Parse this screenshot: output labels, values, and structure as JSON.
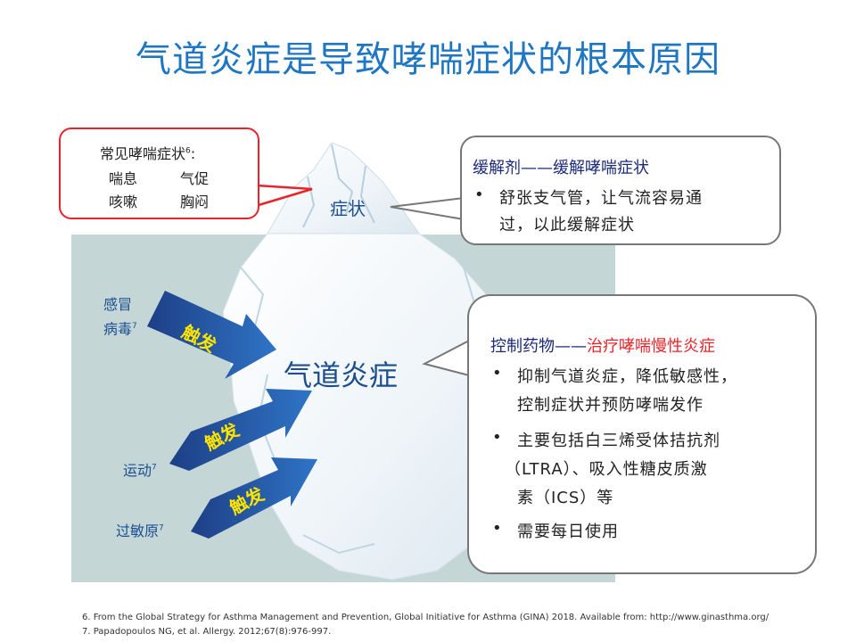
{
  "title": "气道炎症是导致哮喘症状的根本原因",
  "symptom_box": {
    "heading": "常见哮喘症状",
    "heading_sup": "6",
    "heading_colon": ":",
    "items": [
      "喘息",
      "气促",
      "咳嗽",
      "胸闷"
    ]
  },
  "iceberg": {
    "tip_label": "症状",
    "body_label": "气道炎症"
  },
  "triggers": [
    {
      "label_line1": "感冒",
      "label_line2": "病毒",
      "sup": "7",
      "arrow_text": "触发"
    },
    {
      "label": "运动",
      "sup": "7",
      "arrow_text": "触发"
    },
    {
      "label": "过敏原",
      "sup": "7",
      "arrow_text": "触发"
    }
  ],
  "relief_box": {
    "heading": "缓解剂——缓解哮喘症状",
    "bullet_line1": "舒张支气管，让气流容易通",
    "bullet_line2": "过，以此缓解症状"
  },
  "control_box": {
    "heading_black": "控制药物——",
    "heading_red": "治疗哮喘慢性炎症",
    "bullets": [
      {
        "lines": [
          "抑制气道炎症，降低敏感性，",
          "控制症状并预防哮喘发作"
        ]
      },
      {
        "lines": [
          "主要包括白三烯受体拮抗剂",
          "（LTRA）、吸入性糖皮质激",
          "素（ICS）等"
        ]
      },
      {
        "lines": [
          "需要每日使用"
        ]
      }
    ]
  },
  "references": [
    "6. From the Global Strategy for Asthma Management and Prevention, Global Initiative for Asthma (GINA) 2018. Available from: http://www.ginasthma.org/",
    "7. Papadopoulos NG, et al. Allergy. 2012;67(8):976-997."
  ],
  "colors": {
    "title": "#1f77c4",
    "symptom_border": "#e8242a",
    "arrow_dark": "#1d3f86",
    "arrow_light": "#2f74c6",
    "trigger_text": "#ffe400",
    "sea": "#c5d6d7"
  }
}
